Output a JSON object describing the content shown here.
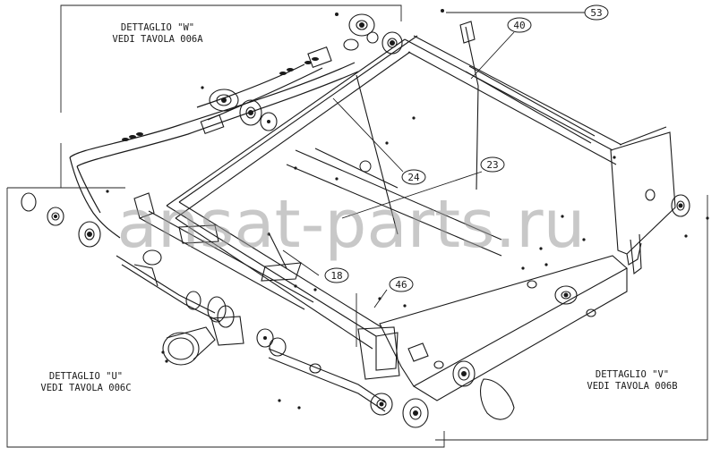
{
  "details": {
    "w": {
      "line1": "DETTAGLIO \"W\"",
      "line2": "VEDI TAVOLA 006A"
    },
    "u": {
      "line1": "DETTAGLIO \"U\"",
      "line2": "VEDI TAVOLA 006C"
    },
    "v": {
      "line1": "DETTAGLIO \"V\"",
      "line2": "VEDI TAVOLA 006B"
    }
  },
  "callouts": {
    "c53": "53",
    "c40": "40",
    "c24": "24",
    "c23": "23",
    "c18": "18",
    "c46": "46"
  },
  "watermark": "ansat-parts.ru",
  "colors": {
    "line": "#1a1a1a",
    "watermark": "#9a9a9a",
    "paper": "#ffffff"
  }
}
